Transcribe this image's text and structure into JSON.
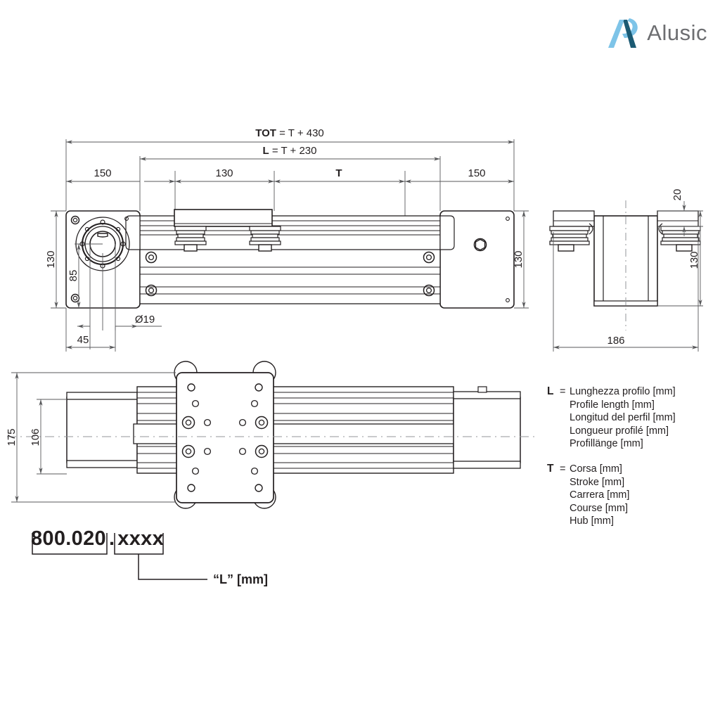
{
  "brand": {
    "name": "Alusic",
    "logo_icon": "alusic-a-r-mark",
    "color_light": "#7ec4e8",
    "color_dark": "#1b5a73",
    "text_color": "#6d6e71"
  },
  "drawing": {
    "title": "Linear actuator unit dimensioned drawing",
    "line_color": "#231f20",
    "dim_color": "#58595b",
    "front_view": {
      "name": "front-elevation",
      "dimensions": {
        "total": "TOT = T + 430",
        "total_bold": "TOT",
        "total_rest": " = T + 430",
        "profile": "L = T + 230",
        "profile_bold": "L",
        "profile_rest": " = T + 230",
        "left_end": "150",
        "carriage": "130",
        "stroke": "T",
        "right_end": "150",
        "height": "130",
        "shaft_height": "85",
        "shaft_dia": "Ø19",
        "shaft_offset": "45"
      }
    },
    "side_view": {
      "name": "right-side-elevation",
      "dimensions": {
        "width": "186",
        "height": "130",
        "top_gap": "20"
      }
    },
    "top_view": {
      "name": "plan-view",
      "dimensions": {
        "overall_width": "175",
        "profile_width": "106"
      }
    }
  },
  "legend": {
    "entries": [
      {
        "symbol": "L",
        "equals": "=",
        "lines": [
          "Lunghezza profilo [mm]",
          "Profile length [mm]",
          "Longitud del perfil [mm]",
          "Longueur profilé [mm]",
          "Profillänge [mm]"
        ]
      },
      {
        "symbol": "T",
        "equals": "=",
        "lines": [
          "Corsa [mm]",
          "Stroke [mm]",
          "Carrera [mm]",
          "Course [mm]",
          "Hub [mm]"
        ]
      }
    ]
  },
  "part_code": {
    "base": "800.020",
    "separator": ".",
    "variable": "xxxx",
    "callout": "“L” [mm]"
  }
}
